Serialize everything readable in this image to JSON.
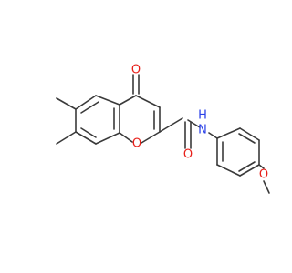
{
  "molecule": {
    "atom_labels": {
      "ketone_oxygen": "O",
      "ring_oxygen": "O",
      "amide_oxygen": "O",
      "amide_nitrogen": "N",
      "amide_hydrogen": "H",
      "methoxy_oxygen": "O"
    },
    "colors": {
      "bond": "#3a3a3a",
      "oxygen": "#e8201a",
      "nitrogen": "#2a40e8"
    }
  }
}
